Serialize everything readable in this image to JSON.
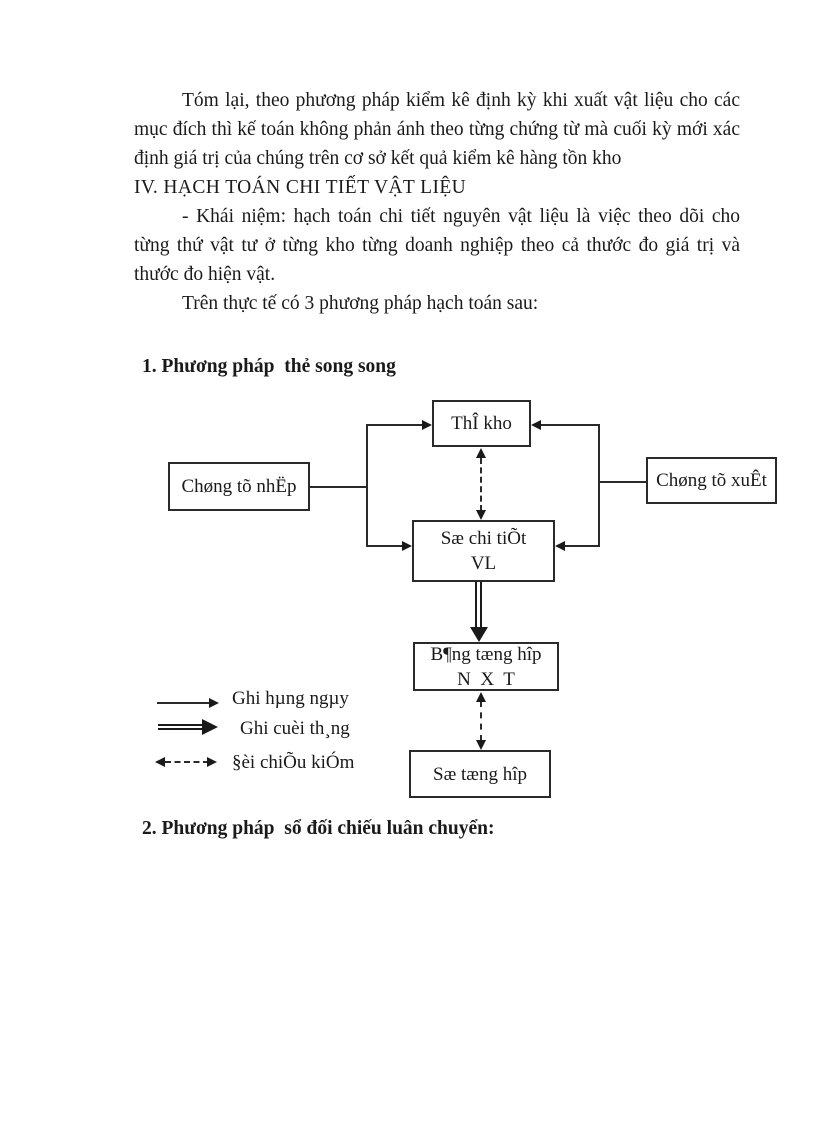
{
  "document": {
    "paragraph1": "Tóm lại,  theo phương pháp kiểm kê định kỳ khi xuất vật liệu cho các mục đích thì kế toán không phản ánh theo từng chứng từ mà cuối kỳ mới xác định giá trị của chúng trên cơ sở kết quả kiểm kê hàng tồn kho",
    "heading_iv": "IV. HẠCH TOÁN CHI TIẾT VẬT LIỆU",
    "paragraph2": "- Khái niệm:  hạch toán chi tiết nguyên vật liệu là việc theo dõi cho từng thứ vật tư ở từng kho từng doanh nghiệp theo cả thước đo giá trị và thước đo hiện vật.",
    "paragraph3": "Trên thực tế có 3 phương pháp hạch toán sau:",
    "heading_method1": "1. Phương pháp  thẻ song song",
    "heading_method2": "2. Phương pháp  sổ đối chiếu luân chuyển:"
  },
  "diagram": {
    "boxes": {
      "the_kho": "ThÎ kho",
      "chung_tu_nhap": "Chøng tõ nhËp",
      "chung_tu_xuat": "Chøng tõ xuÊt",
      "so_chi_tiet_line1": "Sæ chi tiÕt",
      "so_chi_tiet_line2": "VL",
      "bang_tong_hop_line1": "B¶ng tæng hîp",
      "bang_tong_hop_line2": "N  X  T",
      "so_tong_hop": "Sæ tæng hîp"
    },
    "legend": {
      "daily": "Ghi hµng ngµy",
      "end_of_month": "Ghi cuèi th¸ng",
      "reconcile": "§èi chiÕu kiÓm"
    },
    "line_color": "#1a1a1a"
  }
}
